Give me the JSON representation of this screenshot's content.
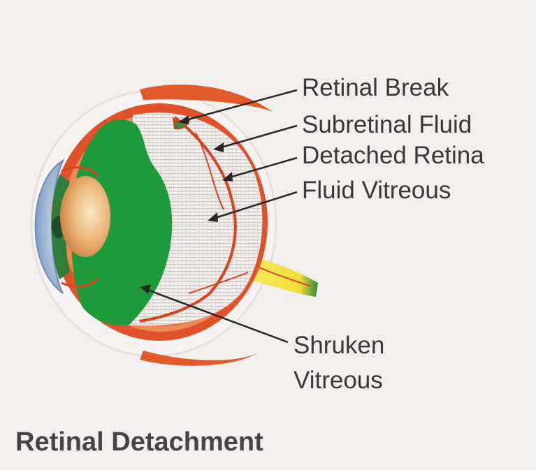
{
  "title": "Retinal Detachment",
  "labels": {
    "retinal_break": "Retinal Break",
    "subretinal_fluid": "Subretinal Fluid",
    "detached_retina": "Detached Retina",
    "fluid_vitreous": "Fluid Vitreous",
    "shrunken_vitreous_line1": "Shruken",
    "shrunken_vitreous_line2": "Vitreous"
  },
  "colors": {
    "background": "#f2efef",
    "sclera": "#e2552b",
    "vitreous_green": "#1f9a3a",
    "lens": "#e1a55a",
    "iris": "#2e7e3a",
    "optic_nerve": "#f2e24a",
    "retina_dots": "#d9d2cf",
    "label_text": "#3a3737",
    "leader_line": "#2a2626"
  }
}
